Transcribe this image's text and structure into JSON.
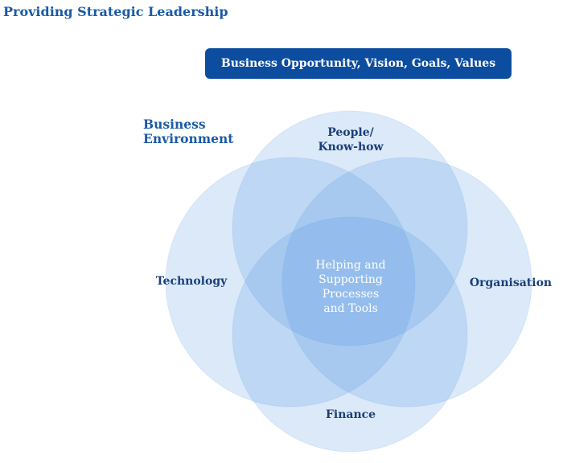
{
  "page_title": "Providing Strategic Leadership",
  "banner": {
    "label": "Business Opportunity, Vision, Goals, Values"
  },
  "environment": {
    "line1": "Business",
    "line2": "Environment"
  },
  "circles": {
    "top": {
      "line1": "People/",
      "line2": "Know-how"
    },
    "left": {
      "label": "Technology"
    },
    "right": {
      "label": "Organisation"
    },
    "bottom": {
      "label": "Finance"
    }
  },
  "center": {
    "line1": "Helping and",
    "line2": "Supporting",
    "line3": "Processes",
    "line4": "and Tools"
  },
  "colors": {
    "title": "#1a5aa6",
    "banner_bg": "#0d4da0",
    "circle_fill": "#4a90e2",
    "label": "#1a3f78",
    "center_text": "#ffffff"
  }
}
